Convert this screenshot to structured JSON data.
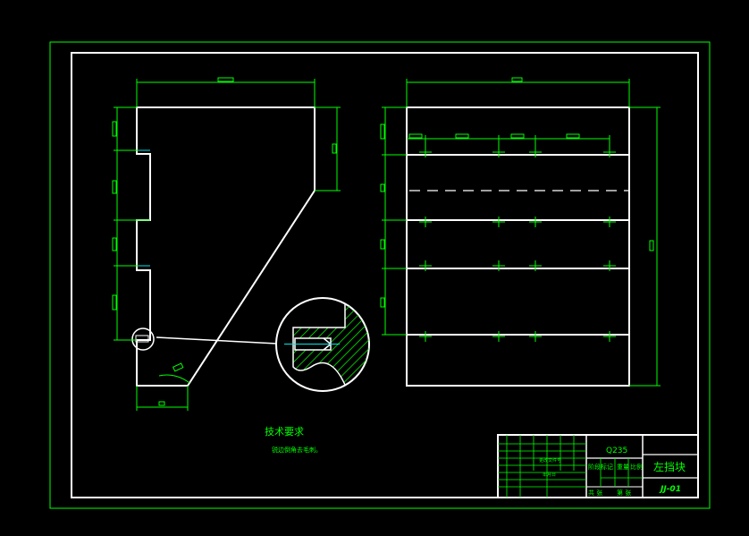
{
  "colors": {
    "background": "#000000",
    "outline": "#ffffff",
    "dimension": "#00ff00",
    "centerline": "#00e5e5"
  },
  "tech_requirements": {
    "title": "技术要求",
    "note": "锐边倒角去毛刺。"
  },
  "title_block": {
    "material": "Q235",
    "part_name": "左挡块",
    "drawing_no": "JJ-01",
    "labels": {
      "process_mark": "阶段标记",
      "weight": "重量",
      "ratio": "比例",
      "total": "共 张",
      "sheet": "第 张"
    }
  }
}
